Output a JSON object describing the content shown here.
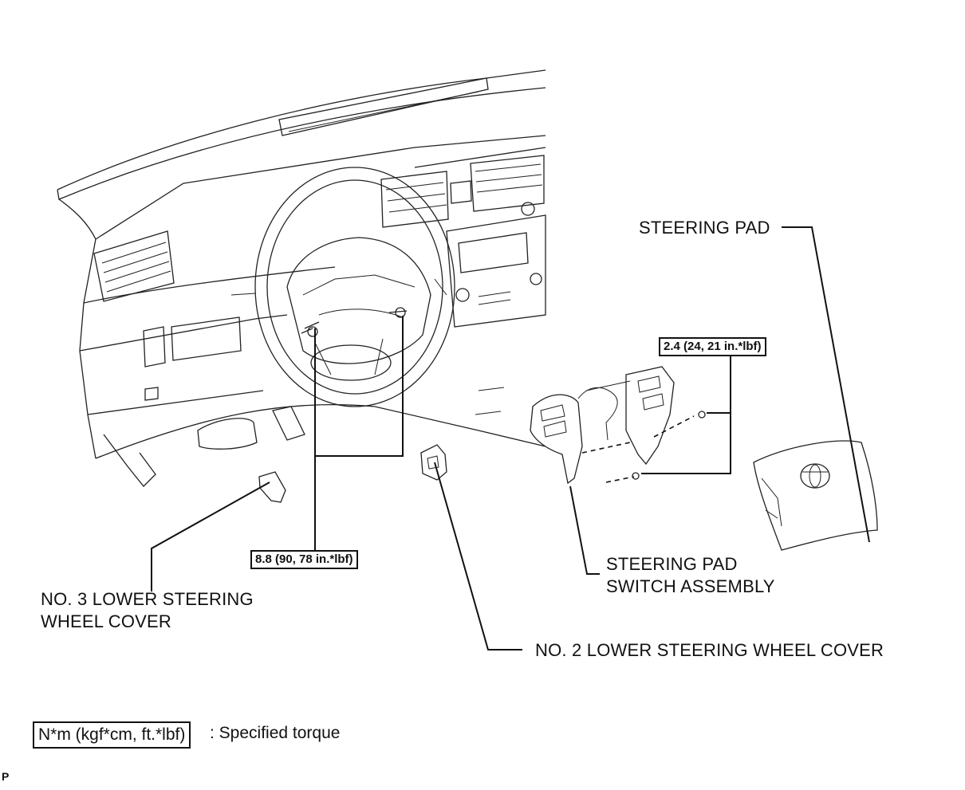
{
  "labels": {
    "steering_pad": "STEERING PAD",
    "pad_switch_line1": "STEERING PAD",
    "pad_switch_line2": "SWITCH ASSEMBLY",
    "no3_line1": "NO. 3 LOWER STEERING",
    "no3_line2": "WHEEL COVER",
    "no2": "NO. 2 LOWER STEERING WHEEL COVER"
  },
  "torques": {
    "switch_screws": "2.4 (24, 21 in.*lbf)",
    "wheel_screws": "8.8 (90, 78 in.*lbf)"
  },
  "legend": {
    "box": "N*m (kgf*cm, ft.*lbf)",
    "text": ": Specified torque"
  },
  "corner_code": "P"
}
